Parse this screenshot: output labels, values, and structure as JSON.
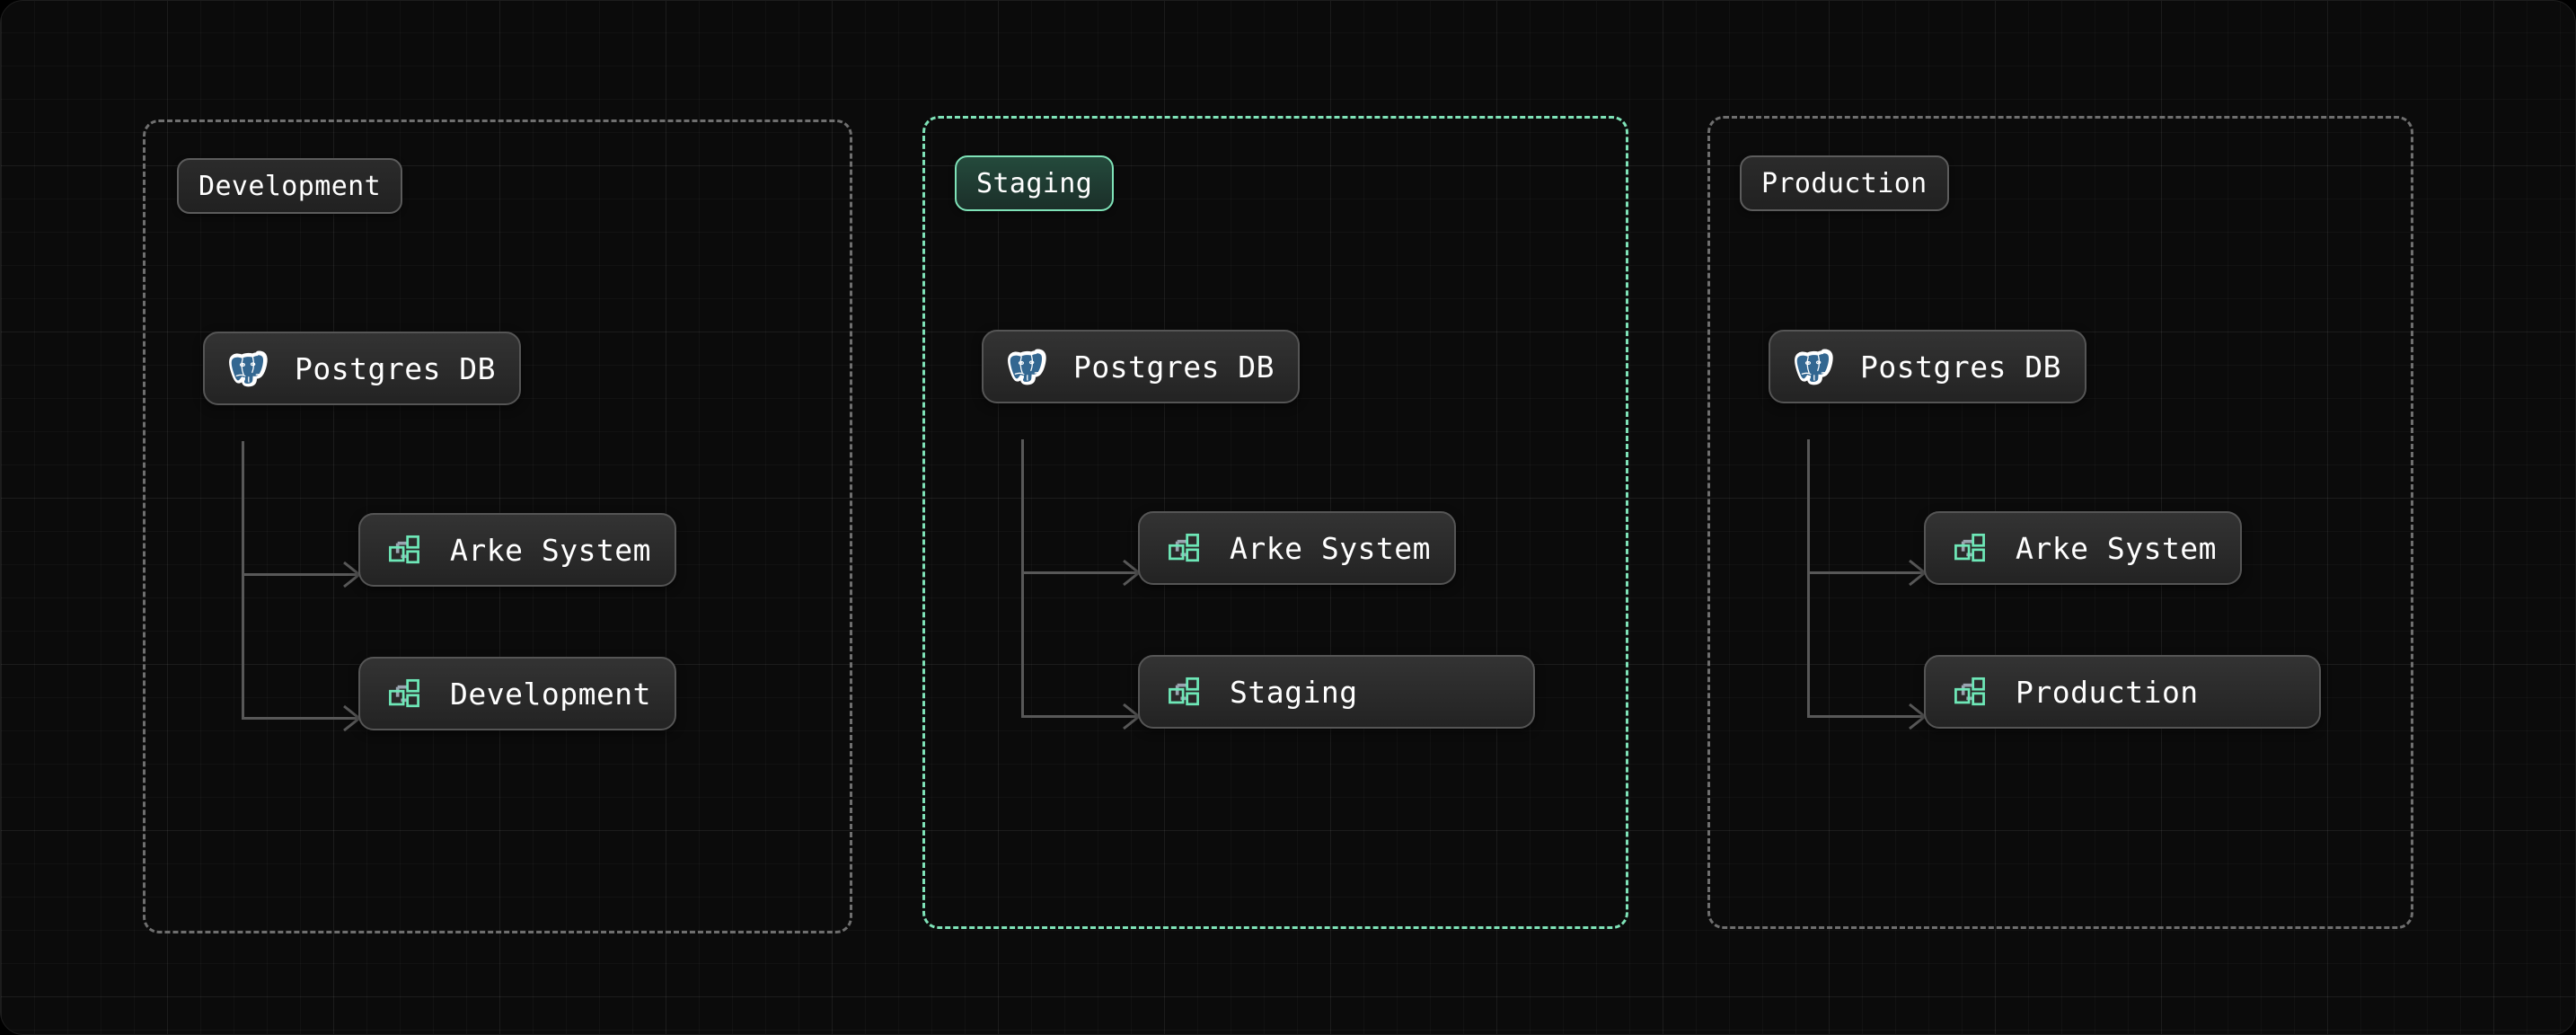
{
  "canvas": {
    "background": "#0b0b0b",
    "grid_color": "#2a2a2a",
    "accent_color": "#7fe3b8",
    "node_border": "#555555",
    "edge_color": "#585858",
    "postgres_blue": "#336791"
  },
  "groups": [
    {
      "id": "development",
      "label": "Development",
      "accent": false,
      "nodes": [
        {
          "id": "dev-db",
          "icon": "postgres-icon",
          "label": "Postgres DB"
        },
        {
          "id": "dev-arke",
          "icon": "arke-system-icon",
          "label": "Arke System"
        },
        {
          "id": "dev-env",
          "icon": "arke-system-icon",
          "label": "Development"
        }
      ]
    },
    {
      "id": "staging",
      "label": "Staging",
      "accent": true,
      "nodes": [
        {
          "id": "stg-db",
          "icon": "postgres-icon",
          "label": "Postgres DB"
        },
        {
          "id": "stg-arke",
          "icon": "arke-system-icon",
          "label": "Arke System"
        },
        {
          "id": "stg-env",
          "icon": "arke-system-icon",
          "label": "Staging"
        }
      ]
    },
    {
      "id": "production",
      "label": "Production",
      "accent": false,
      "nodes": [
        {
          "id": "prd-db",
          "icon": "postgres-icon",
          "label": "Postgres DB"
        },
        {
          "id": "prd-arke",
          "icon": "arke-system-icon",
          "label": "Arke System"
        },
        {
          "id": "prd-env",
          "icon": "arke-system-icon",
          "label": "Production"
        }
      ]
    }
  ]
}
